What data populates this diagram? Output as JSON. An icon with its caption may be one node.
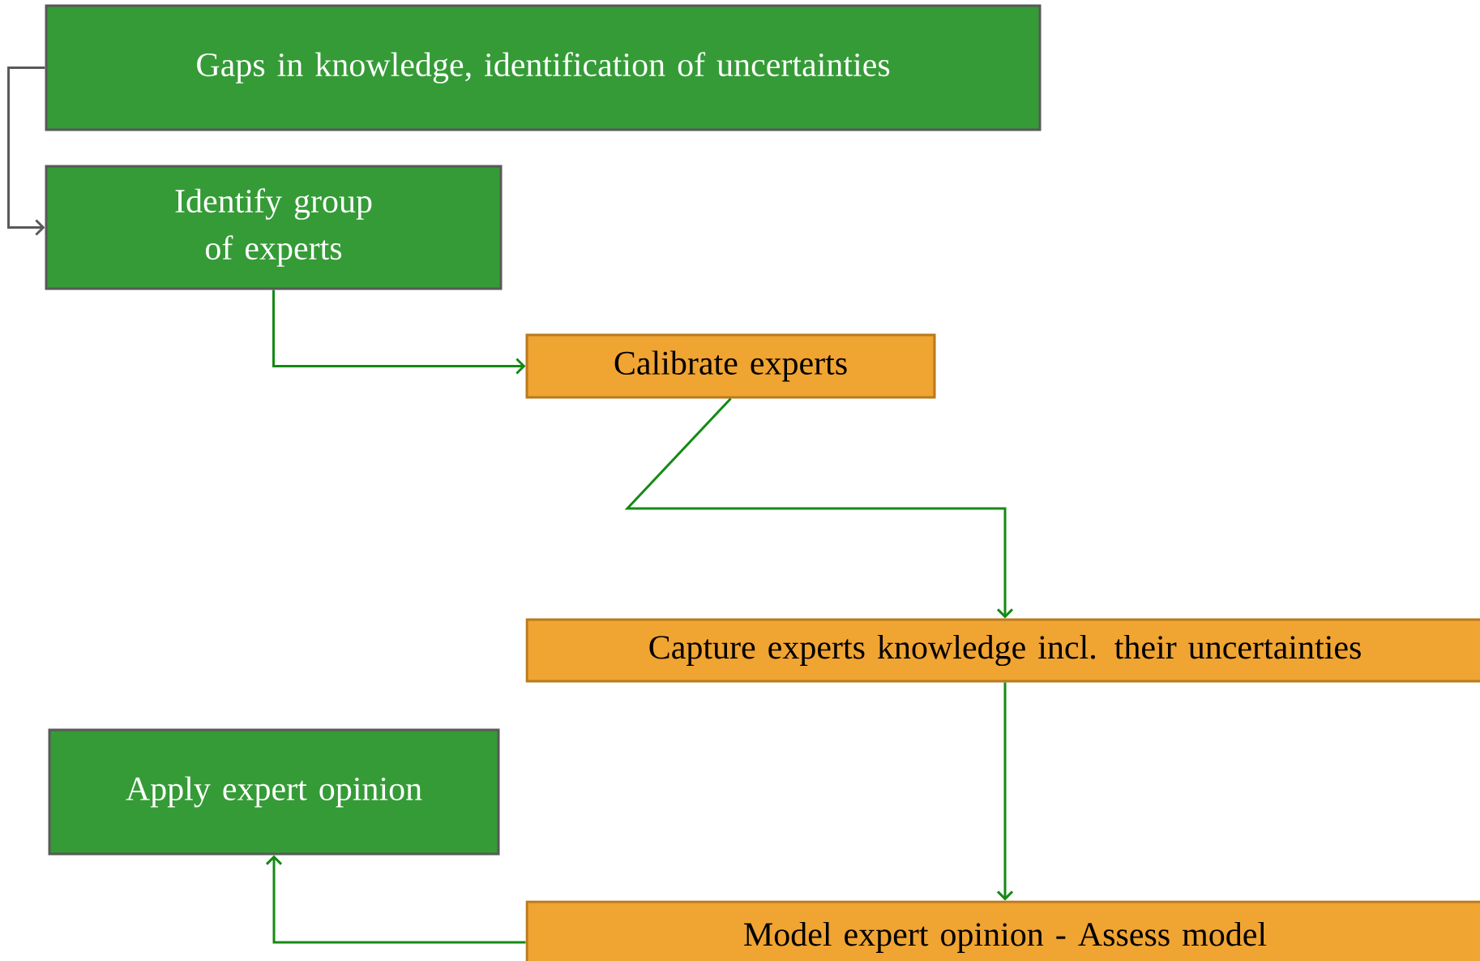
{
  "diagram": {
    "nodes": [
      {
        "text": [
          "Gaps in knowledge, identification of uncertainties"
        ]
      },
      {
        "text": [
          "Identify group of experts"
        ]
      },
      {
        "text": [
          "Calibrate experts"
        ]
      },
      {
        "text": [
          "Capture experts knowledge incl. their uncertainties"
        ]
      },
      {
        "text": [
          "Apply expert opinion"
        ]
      },
      {
        "text": [
          "Model expert opinion - Assess model"
        ]
      }
    ],
    "edges": [
      {
        "from": 0,
        "to": 1,
        "arrow": "to",
        "color": "#595959"
      },
      {
        "from": 1,
        "to": 2,
        "arrow": "to"
      },
      {
        "from": 2,
        "to": 3,
        "arrow": "to"
      },
      {
        "from": 3,
        "to": 5,
        "arrow": "to"
      },
      {
        "from": 5,
        "to": 4,
        "arrow": "to"
      }
    ]
  }
}
